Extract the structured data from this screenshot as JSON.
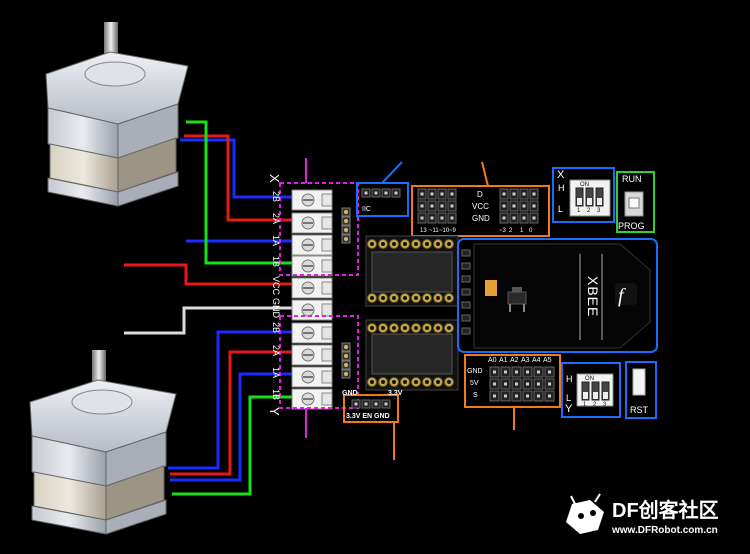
{
  "motor_x_label": "X",
  "motor_y_label": "Y",
  "terminal_x_pins": [
    "2B",
    "2A",
    "1A",
    "1B"
  ],
  "terminal_power_pins": [
    "VCC",
    "GND"
  ],
  "terminal_y_pins": [
    "2B",
    "2A",
    "1A",
    "1B"
  ],
  "iic_label": "IIC",
  "digital_header": {
    "row_labels": [
      "D",
      "VCC",
      "GND"
    ],
    "pin_numbers": [
      "13",
      "~11",
      "~10",
      "~9",
      "~3",
      "2",
      "1",
      "0"
    ]
  },
  "dip_x": {
    "axis": "X",
    "high": "H",
    "low": "L",
    "on": "ON",
    "numbers": [
      "1",
      "2",
      "3"
    ]
  },
  "dip_y": {
    "axis": "Y",
    "high": "H",
    "low": "L",
    "on": "ON",
    "numbers": [
      "1",
      "2",
      "3"
    ]
  },
  "run_prog": {
    "run": "RUN",
    "prog": "PROG"
  },
  "xbee_label": "XBEE",
  "analog_header": {
    "pins": [
      "A0",
      "A1",
      "A2",
      "A3",
      "A4",
      "A5"
    ],
    "rows": [
      "GND",
      "5V",
      "S"
    ]
  },
  "rst_label": "RST",
  "power_header": {
    "top_gnd": "GND",
    "top_33": "3.3V",
    "bottom": "3.3V EN GND"
  },
  "watermark": {
    "brand": "DF创客社区",
    "url": "www.DFRobot.com.cn"
  },
  "colors": {
    "magenta": "#e020e0",
    "blue": "#1a6cff",
    "orange": "#f07a18",
    "green": "#2fd02f",
    "wire_red": "#e81818",
    "wire_blue": "#1a2cff",
    "wire_green": "#18e018"
  }
}
